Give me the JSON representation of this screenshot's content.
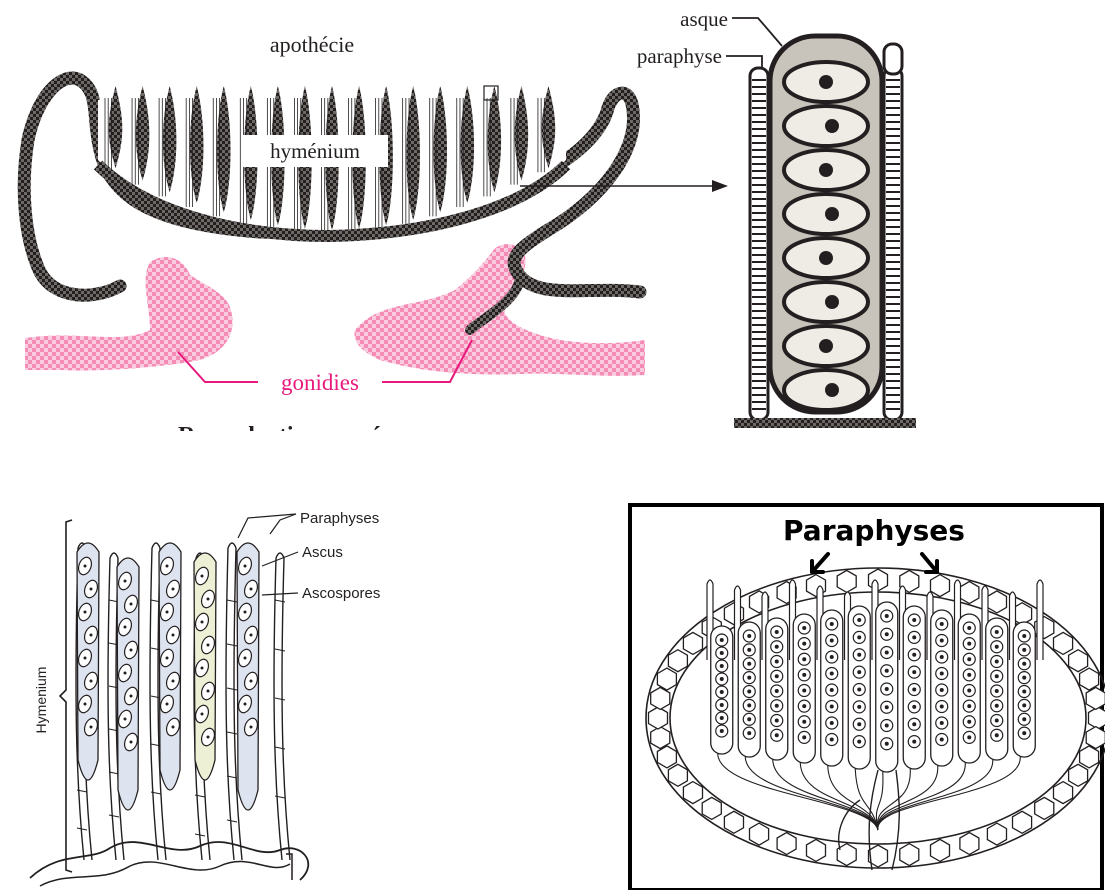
{
  "panel_top": {
    "labels": {
      "apothecia": "apothécie",
      "hymenium": "hyménium",
      "gonidia": "gonidies",
      "caption_partial": "Reproduction sexuée",
      "ascus": "asque",
      "paraphysis": "paraphyse"
    },
    "colors": {
      "gonidia": "#f06aa0",
      "gonidia_label": "#e8197d",
      "stroke": "#231f20",
      "ascus_fill": "#c9c4bb"
    }
  },
  "panel_bottom_left": {
    "labels": {
      "paraphyses": "Paraphyses",
      "ascus": "Ascus",
      "ascospores": "Ascospores",
      "hymenium": "Hymenium"
    },
    "colors": {
      "ascus_tint": "#dde3ef",
      "tint_yellow": "#eef0d6"
    }
  },
  "panel_bottom_right": {
    "labels": {
      "paraphyses": "Paraphyses"
    }
  }
}
